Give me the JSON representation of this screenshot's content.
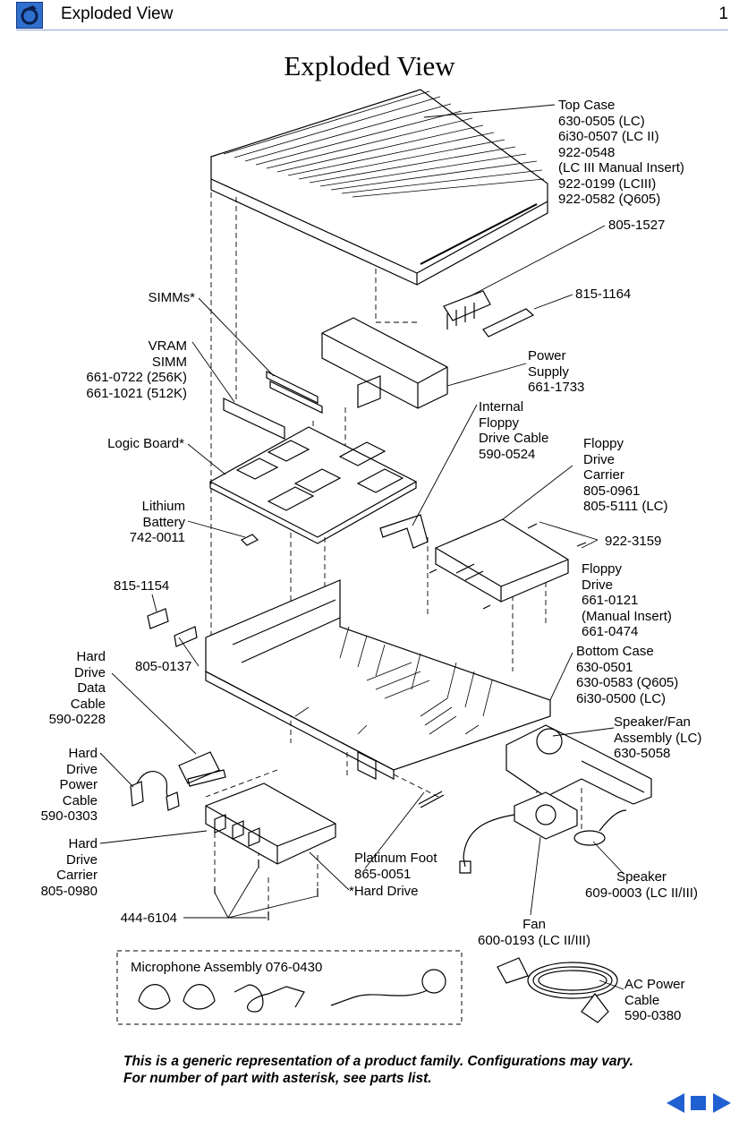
{
  "header": {
    "title": "Exploded View",
    "page_number": "1"
  },
  "title": "Exploded View",
  "labels": {
    "top_case": [
      "Top Case",
      "630-0505 (LC)",
      "6i30-0507 (LC II)",
      "922-0548",
      "(LC III Manual Insert)",
      "922-0199 (LCIII)",
      "922-0582 (Q605)"
    ],
    "part_805_1527": [
      "805-1527"
    ],
    "part_815_1164": [
      "815-1164"
    ],
    "simms": [
      "SIMMs*"
    ],
    "vram_simm": [
      "VRAM",
      "SIMM",
      "661-0722 (256K)",
      "661-1021 (512K)"
    ],
    "power_supply": [
      "Power",
      "Supply",
      "661-1733"
    ],
    "internal_floppy_cable": [
      "Internal",
      "Floppy",
      "Drive Cable",
      "590-0524"
    ],
    "logic_board": [
      "Logic Board*"
    ],
    "floppy_carrier": [
      "Floppy",
      "Drive",
      "Carrier",
      "805-0961",
      "805-5111 (LC)"
    ],
    "lithium_battery": [
      "Lithium",
      "Battery",
      "742-0011"
    ],
    "part_922_3159": [
      "922-3159"
    ],
    "floppy_drive": [
      "Floppy",
      "Drive",
      "661-0121",
      "(Manual Insert)",
      "661-0474"
    ],
    "part_815_1154": [
      "815-1154"
    ],
    "bottom_case": [
      "Bottom Case",
      "630-0501",
      "630-0583 (Q605)",
      "6i30-0500 (LC)"
    ],
    "part_805_0137": [
      "805-0137"
    ],
    "hd_data_cable": [
      "Hard",
      "Drive",
      "Data",
      "Cable",
      "590-0228"
    ],
    "speaker_fan": [
      "Speaker/Fan",
      "Assembly (LC)",
      "630-5058"
    ],
    "hd_power_cable": [
      "Hard",
      "Drive",
      "Power",
      "Cable",
      "590-0303"
    ],
    "hd_carrier": [
      "Hard",
      "Drive",
      "Carrier",
      "805-0980"
    ],
    "platinum_foot": [
      "Platinum Foot",
      "865-0051"
    ],
    "hard_drive": [
      "*Hard Drive"
    ],
    "speaker": [
      "Speaker",
      "609-0003 (LC II/III)"
    ],
    "part_444_6104": [
      "444-6104"
    ],
    "fan": [
      "Fan",
      "600-0193 (LC II/III)"
    ],
    "microphone": [
      "Microphone Assembly 076-0430"
    ],
    "ac_power_cable": [
      "AC Power",
      "Cable",
      "590-0380"
    ]
  },
  "footnote": {
    "line1": "This is a generic representation of a product family. Configurations may vary.",
    "line2": "For number of part with asterisk, see parts list."
  },
  "nav": {
    "prev": "previous-arrow-icon",
    "stop": "square-icon",
    "next": "next-arrow-icon"
  }
}
